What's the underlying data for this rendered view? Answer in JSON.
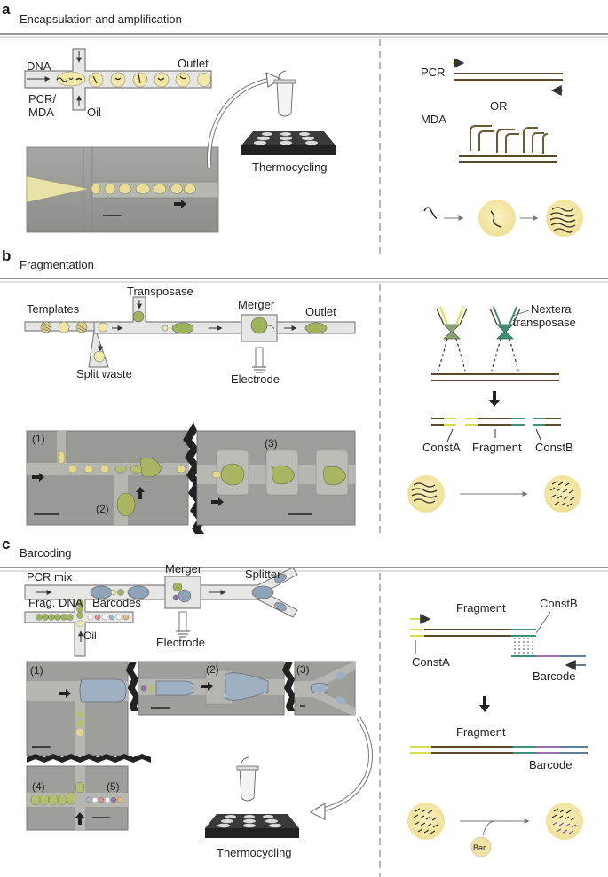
{
  "sections": {
    "a": {
      "letter": "a",
      "title": "Encapsulation and amplification",
      "labels": {
        "dna": "DNA",
        "pcr_mda": [
          "PCR/",
          "MDA"
        ],
        "oil": "Oil",
        "outlet": "Outlet",
        "thermocycling": "Thermocycling",
        "pcr": "PCR",
        "or": "OR",
        "mda": "MDA"
      }
    },
    "b": {
      "letter": "b",
      "title": "Fragmentation",
      "labels": {
        "transposase": "Transposase",
        "templates": "Templates",
        "merger": "Merger",
        "outlet": "Outlet",
        "split_waste": "Split waste",
        "electrode": "Electrode",
        "nextera": [
          "Nextera",
          "transposase"
        ],
        "consta": "ConstA",
        "fragment": "Fragment",
        "constb": "ConstB",
        "photo_marks": [
          "(1)",
          "(2)",
          "(3)"
        ]
      }
    },
    "c": {
      "letter": "c",
      "title": "Barcoding",
      "labels": {
        "pcr_mix": "PCR mix",
        "merger": "Merger",
        "splitter": "Splitter",
        "frag_dna": "Frag. DNA",
        "barcodes": "Barcodes",
        "oil": "Oil",
        "electrode": "Electrode",
        "thermocycling": "Thermocycling",
        "fragment": "Fragment",
        "constb": "ConstB",
        "consta": "ConstA",
        "barcode": "Barcode",
        "fragment2": "Fragment",
        "barcode2": "Barcode",
        "bar": "Bar",
        "photo_marks": [
          "(1)",
          "(2)",
          "(3)",
          "(4)",
          "(5)"
        ]
      }
    }
  },
  "colors": {
    "droplet_yellow": "#f3e9a6",
    "green": "#9fb35a",
    "blue_gray": "#8fa3b8",
    "dna_brown": "#5b4a2a",
    "lime": "#d6e04a",
    "teal": "#3f8f78",
    "purple": "#9a6fb0",
    "photo_bg": "#9a9a96"
  }
}
